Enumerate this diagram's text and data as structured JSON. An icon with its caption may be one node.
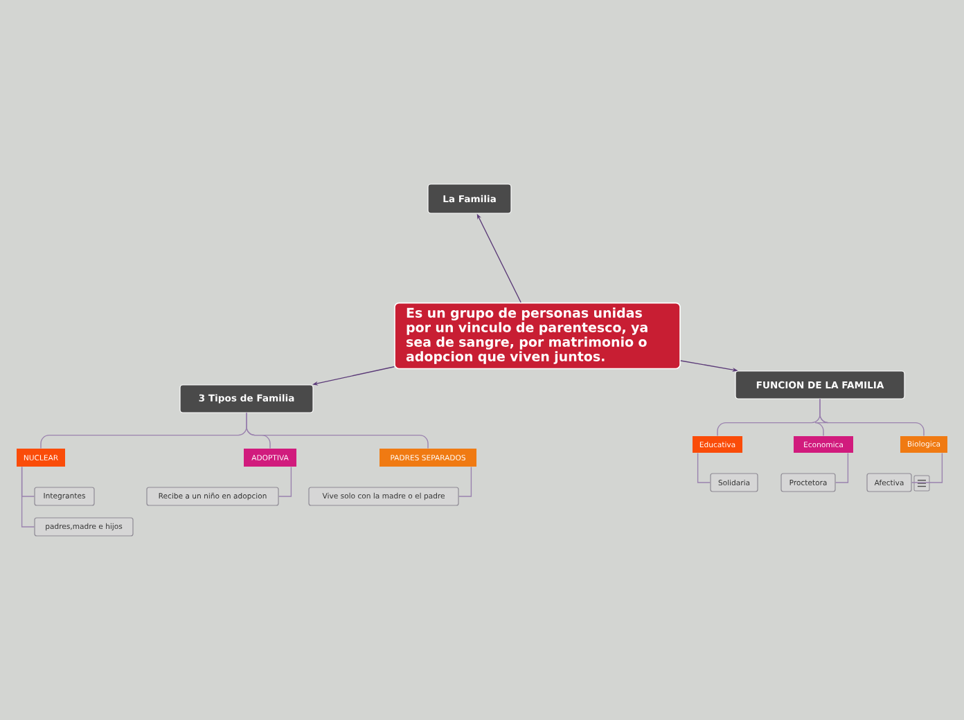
{
  "diagram": {
    "nodes": [
      {
        "text": [
          "Es un grupo de personas unidas por un vinculo de parentesco, ya sea de sangre, por matrimonio o adopcion que viven juntos."
        ]
      },
      {
        "text": [
          "La Familia"
        ]
      },
      {
        "text": [
          "3 Tipos de Familia"
        ]
      },
      {
        "text": [
          "FUNCION DE LA FAMILIA"
        ]
      },
      {
        "text": [
          "NUCLEAR"
        ]
      },
      {
        "text": [
          "ADOPTIVA"
        ]
      },
      {
        "text": [
          "PADRES SEPARADOS"
        ]
      },
      {
        "text": [
          "Integrantes"
        ]
      },
      {
        "text": [
          "padres,madre e hijos"
        ]
      },
      {
        "text": [
          "Recibe a un niño en adopcion"
        ]
      },
      {
        "text": [
          "Vive solo con la madre o el padre"
        ]
      },
      {
        "text": [
          "Educativa"
        ]
      },
      {
        "text": [
          "Economica"
        ]
      },
      {
        "text": [
          "Biologica"
        ]
      },
      {
        "text": [
          "Solidaria"
        ]
      },
      {
        "text": [
          "Proctetora"
        ]
      },
      {
        "text": [
          "Afectiva"
        ]
      }
    ],
    "edges": [
      {
        "from": 0,
        "to": 1,
        "arrow": "to"
      },
      {
        "from": 0,
        "to": 2,
        "arrow": "to"
      },
      {
        "from": 0,
        "to": 3,
        "arrow": "to"
      },
      {
        "from": 2,
        "to": 4,
        "arrow": "none"
      },
      {
        "from": 2,
        "to": 5,
        "arrow": "none"
      },
      {
        "from": 2,
        "to": 6,
        "arrow": "none"
      },
      {
        "from": 4,
        "to": 7,
        "arrow": "none"
      },
      {
        "from": 4,
        "to": 8,
        "arrow": "none"
      },
      {
        "from": 5,
        "to": 9,
        "arrow": "none"
      },
      {
        "from": 6,
        "to": 10,
        "arrow": "none"
      },
      {
        "from": 3,
        "to": 11,
        "arrow": "none"
      },
      {
        "from": 3,
        "to": 12,
        "arrow": "none"
      },
      {
        "from": 3,
        "to": 13,
        "arrow": "none"
      },
      {
        "from": 11,
        "to": 14,
        "arrow": "none"
      },
      {
        "from": 12,
        "to": 15,
        "arrow": "none"
      },
      {
        "from": 13,
        "to": 16,
        "arrow": "none"
      }
    ]
  }
}
